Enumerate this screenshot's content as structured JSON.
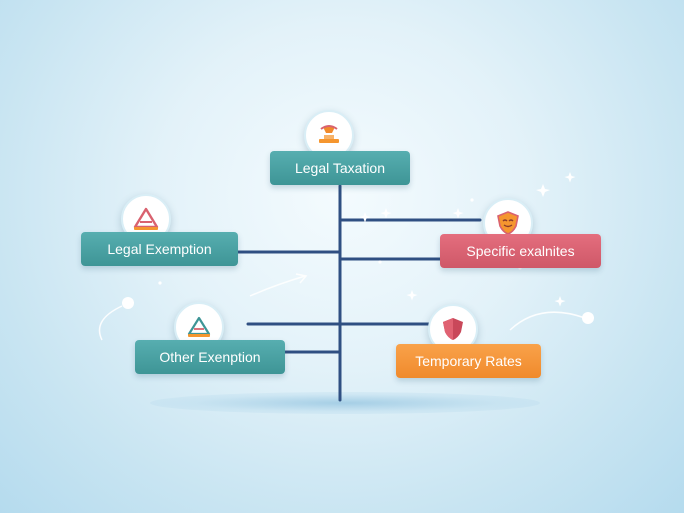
{
  "diagram": {
    "nodes": [
      {
        "id": "legal-taxation",
        "label": "Legal Taxation",
        "color": "#4aa3a4",
        "icon": "gavel-icon"
      },
      {
        "id": "legal-exemption",
        "label": "Legal Exemption",
        "color": "#4aa3a4",
        "icon": "warning-triangle-icon"
      },
      {
        "id": "specific-exemptions",
        "label": "Specific exalnites",
        "color": "#d9626f",
        "icon": "shield-icon"
      },
      {
        "id": "other-exemption",
        "label": "Other Exenption",
        "color": "#4aa3a4",
        "icon": "triangle-icon"
      },
      {
        "id": "temporary-rates",
        "label": "Temporary Rates",
        "color": "#f5962f",
        "icon": "shield-icon"
      }
    ],
    "connector_color": "#2f4f82"
  }
}
